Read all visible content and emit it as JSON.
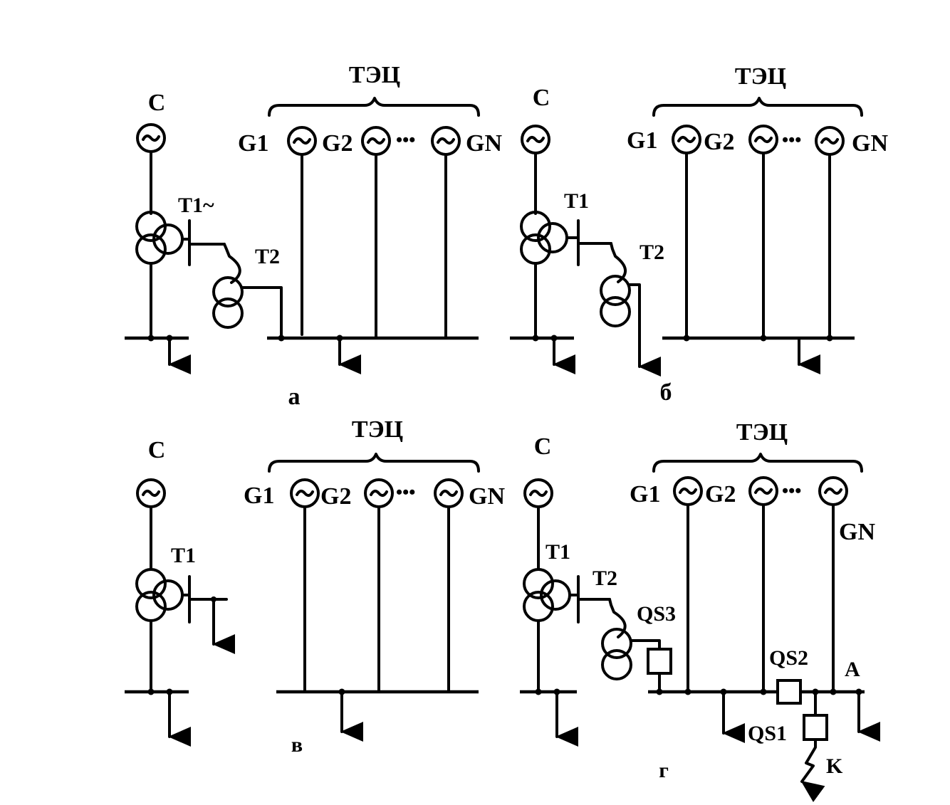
{
  "colors": {
    "ink": "#000000",
    "background": "#ffffff"
  },
  "panels": [
    {
      "id": "a",
      "caption": "а",
      "system_label": "С",
      "plant_label": "ТЭЦ",
      "generators": [
        "G1",
        "G2",
        "GN"
      ],
      "dots": "•••",
      "transformers": [
        "T1~",
        "T2"
      ]
    },
    {
      "id": "b",
      "caption": "б",
      "system_label": "С",
      "plant_label": "ТЭЦ",
      "generators": [
        "G1",
        "G2",
        "GN"
      ],
      "dots": "•••",
      "transformers": [
        "T1",
        "T2"
      ]
    },
    {
      "id": "v",
      "caption": "в",
      "system_label": "С",
      "plant_label": "ТЭЦ",
      "generators": [
        "G1",
        "G2",
        "GN"
      ],
      "dots": "•••",
      "transformers": [
        "T1"
      ]
    },
    {
      "id": "g",
      "caption": "г",
      "system_label": "С",
      "plant_label": "ТЭЦ",
      "generators": [
        "G1",
        "G2",
        "GN"
      ],
      "dots": "•••",
      "transformers": [
        "T1",
        "T2"
      ],
      "switches": [
        "QS1",
        "QS2",
        "QS3"
      ],
      "node_label": "A",
      "fault_label": "K"
    }
  ]
}
